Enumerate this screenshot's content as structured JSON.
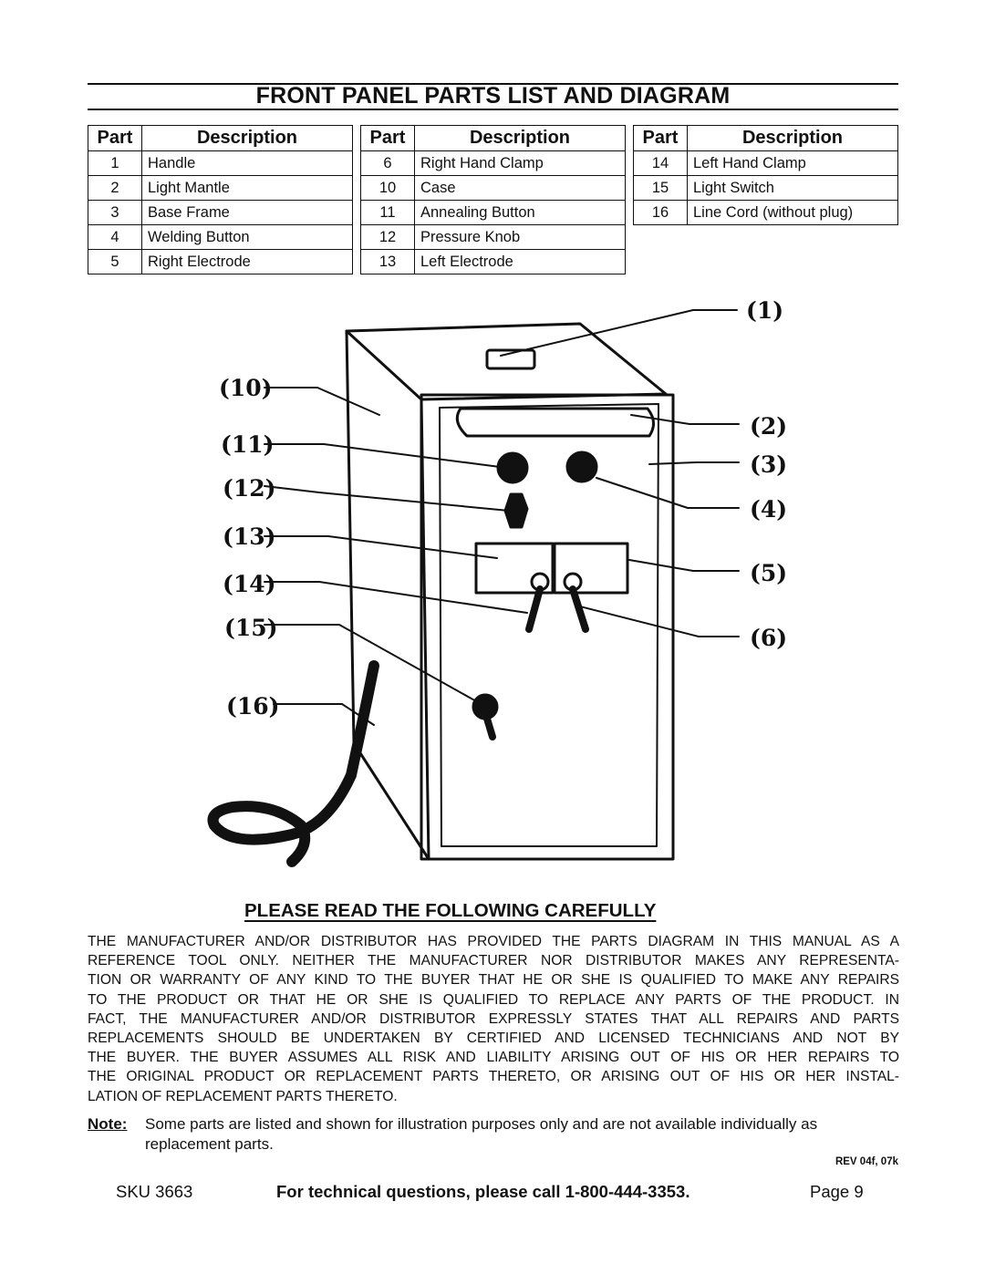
{
  "title": "FRONT PANEL PARTS LIST AND DIAGRAM",
  "table_header": {
    "part": "Part",
    "description": "Description"
  },
  "tables": [
    [
      {
        "part": "1",
        "description": "Handle"
      },
      {
        "part": "2",
        "description": "Light Mantle"
      },
      {
        "part": "3",
        "description": "Base Frame"
      },
      {
        "part": "4",
        "description": "Welding Button"
      },
      {
        "part": "5",
        "description": "Right Electrode"
      }
    ],
    [
      {
        "part": "6",
        "description": "Right Hand Clamp"
      },
      {
        "part": "10",
        "description": "Case"
      },
      {
        "part": "11",
        "description": "Annealing Button"
      },
      {
        "part": "12",
        "description": "Pressure Knob"
      },
      {
        "part": "13",
        "description": "Left Electrode"
      }
    ],
    [
      {
        "part": "14",
        "description": "Left Hand Clamp"
      },
      {
        "part": "15",
        "description": "Light Switch"
      },
      {
        "part": "16",
        "description": "Line Cord (without plug)"
      }
    ]
  ],
  "diagram_labels": {
    "left": [
      "(10)",
      "(11)",
      "(12)",
      "(13)",
      "(14)",
      "(15)",
      "(16)"
    ],
    "right": [
      "(1)",
      "(2)",
      "(3)",
      "(4)",
      "(5)",
      "(6)"
    ]
  },
  "subtitle": "PLEASE READ THE FOLLOWING CAREFULLY",
  "disclaimer_lines": [
    "THE MANUFACTURER AND/OR DISTRIBUTOR HAS PROVIDED THE PARTS DIAGRAM IN THIS MANUAL AS A",
    "REFERENCE TOOL ONLY.  NEITHER THE MANUFACTURER NOR DISTRIBUTOR MAKES ANY REPRESENTA-",
    "TION OR WARRANTY OF ANY KIND TO THE BUYER THAT HE OR SHE IS QUALIFIED TO MAKE ANY REPAIRS",
    "TO THE PRODUCT OR THAT HE OR SHE IS QUALIFIED TO REPLACE ANY PARTS OF THE PRODUCT.  IN",
    "FACT, THE MANUFACTURER AND/OR DISTRIBUTOR EXPRESSLY STATES THAT ALL REPAIRS AND PARTS",
    "REPLACEMENTS SHOULD BE UNDERTAKEN BY CERTIFIED AND LICENSED TECHNICIANS AND NOT BY",
    "THE BUYER. THE BUYER ASSUMES ALL RISK AND LIABILITY ARISING OUT OF HIS OR HER REPAIRS TO",
    "THE ORIGINAL PRODUCT OR REPLACEMENT PARTS THERETO, OR ARISING OUT OF HIS OR HER INSTAL-",
    "LATION OF REPLACEMENT PARTS THERETO."
  ],
  "note": {
    "label": "Note:",
    "text": "Some parts are listed and shown for illustration purposes only and are not available individually as replacement parts."
  },
  "revision": "REV 04f, 07k",
  "footer": {
    "sku": "SKU 3663",
    "support": "For technical questions, please call 1-800-444-3353.",
    "page": "Page 9"
  }
}
